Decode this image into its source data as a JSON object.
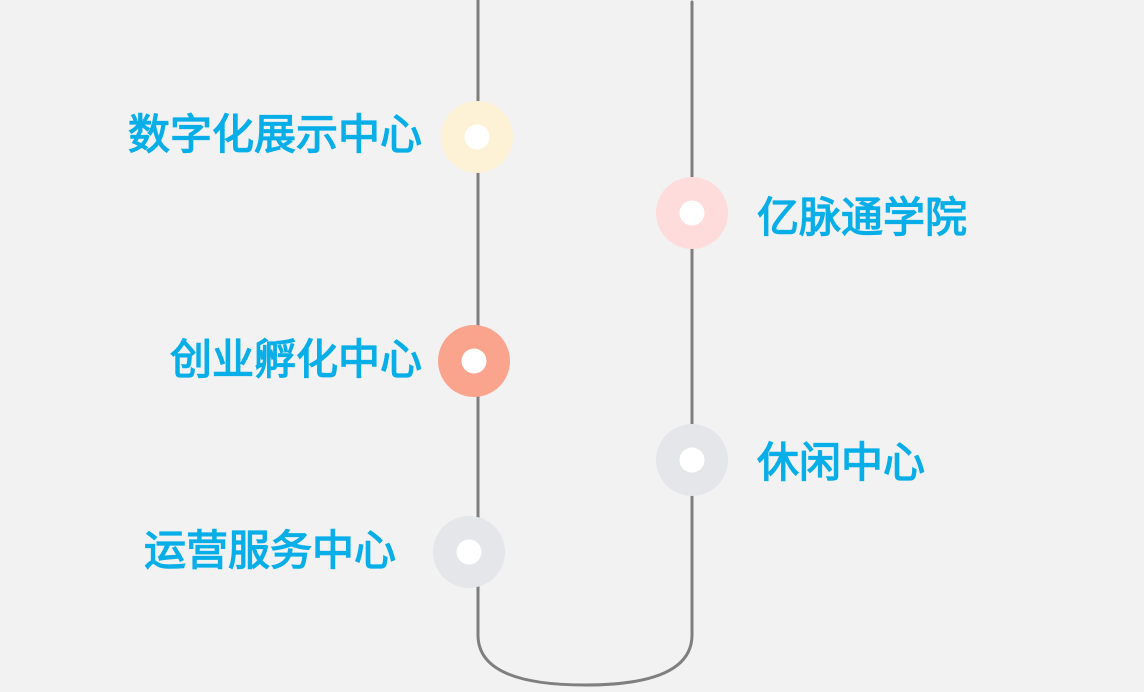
{
  "colors": {
    "background": "#f2f2f2",
    "track": "#7f7f7f",
    "label": "#08aee8",
    "inner_dot": "#ffffff"
  },
  "nodes": [
    {
      "label": "数字化展示中心",
      "side": "left",
      "color": "#fdf2d6"
    },
    {
      "label": "亿脉通学院",
      "side": "right",
      "color": "#fddcdb"
    },
    {
      "label": "创业孵化中心",
      "side": "left",
      "color": "#fba48d"
    },
    {
      "label": "休闲中心",
      "side": "right",
      "color": "#e5e6ea"
    },
    {
      "label": "运营服务中心",
      "side": "left",
      "color": "#e5e6ea"
    }
  ]
}
